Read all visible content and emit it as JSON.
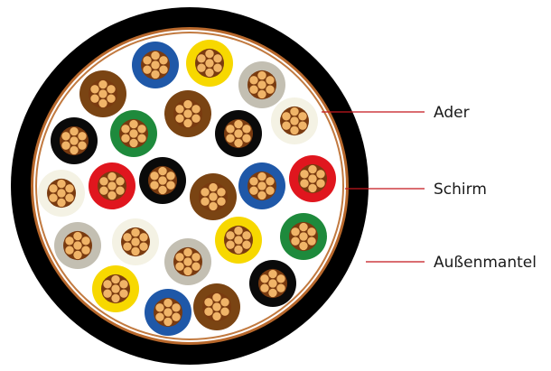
{
  "labels": {
    "core": "Ader",
    "shield": "Schirm",
    "outer_jacket": "Außenmantel"
  },
  "colors": {
    "jacket": "#000000",
    "shield_braid": "#b8682c",
    "shield_fill": "#ffffff",
    "copper_light": "#f0b468",
    "copper_dark": "#7a3b10",
    "leader_line": "#c4161c",
    "insulation": {
      "blue": "#1f58a8",
      "yellow": "#f7d800",
      "grey": "#c3bfb2",
      "brown": "#7a4413",
      "black": "#0a0a0a",
      "green": "#1e8a3c",
      "red": "#e0161e",
      "white": "#f4f2e4"
    }
  },
  "cores": [
    {
      "color": "blue"
    },
    {
      "color": "yellow"
    },
    {
      "color": "brown"
    },
    {
      "color": "grey"
    },
    {
      "color": "brown"
    },
    {
      "color": "black"
    },
    {
      "color": "white"
    },
    {
      "color": "black"
    },
    {
      "color": "green"
    },
    {
      "color": "black"
    },
    {
      "color": "red"
    },
    {
      "color": "white"
    },
    {
      "color": "red"
    },
    {
      "color": "brown"
    },
    {
      "color": "blue"
    },
    {
      "color": "grey"
    },
    {
      "color": "white"
    },
    {
      "color": "yellow"
    },
    {
      "color": "green"
    },
    {
      "color": "grey"
    },
    {
      "color": "black"
    },
    {
      "color": "yellow"
    },
    {
      "color": "brown"
    },
    {
      "color": "blue"
    }
  ]
}
